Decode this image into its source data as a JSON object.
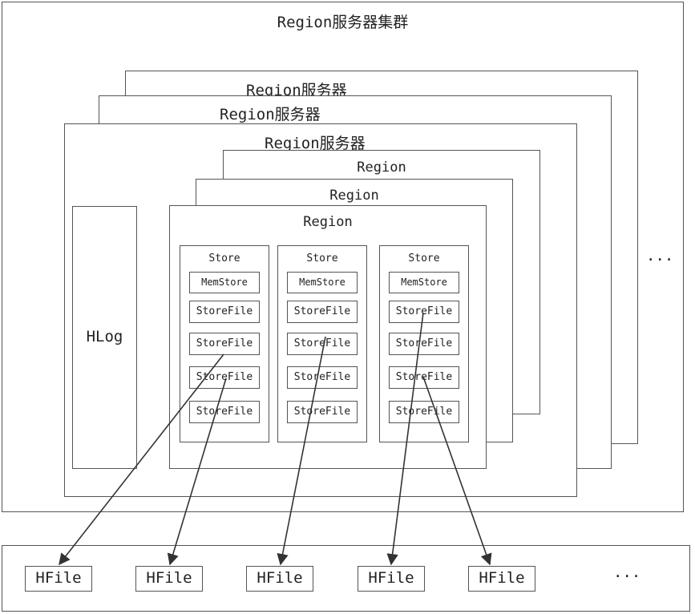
{
  "cluster": {
    "title": "Region服务器集群",
    "ellipsis": "···"
  },
  "servers": [
    {
      "title": "Region服务器"
    },
    {
      "title": "Region服务器"
    },
    {
      "title": "Region服务器"
    }
  ],
  "hlog": {
    "label": "HLog"
  },
  "regions": [
    {
      "title": "Region"
    },
    {
      "title": "Region"
    },
    {
      "title": "Region"
    }
  ],
  "stores": [
    {
      "title": "Store",
      "memstore": "MemStore",
      "storefiles": [
        "StoreFile",
        "StoreFile",
        "StoreFile",
        "StoreFile"
      ]
    },
    {
      "title": "Store",
      "memstore": "MemStore",
      "storefiles": [
        "StoreFile",
        "StoreFile",
        "StoreFile",
        "StoreFile"
      ]
    },
    {
      "title": "Store",
      "memstore": "MemStore",
      "storefiles": [
        "StoreFile",
        "StoreFile",
        "StoreFile",
        "StoreFile"
      ]
    }
  ],
  "hdfs": {
    "hfiles": [
      "HFile",
      "HFile",
      "HFile",
      "HFile",
      "HFile"
    ],
    "ellipsis": "···"
  },
  "colors": {
    "line": "#555555",
    "arrow": "#333333",
    "background": "#ffffff"
  }
}
